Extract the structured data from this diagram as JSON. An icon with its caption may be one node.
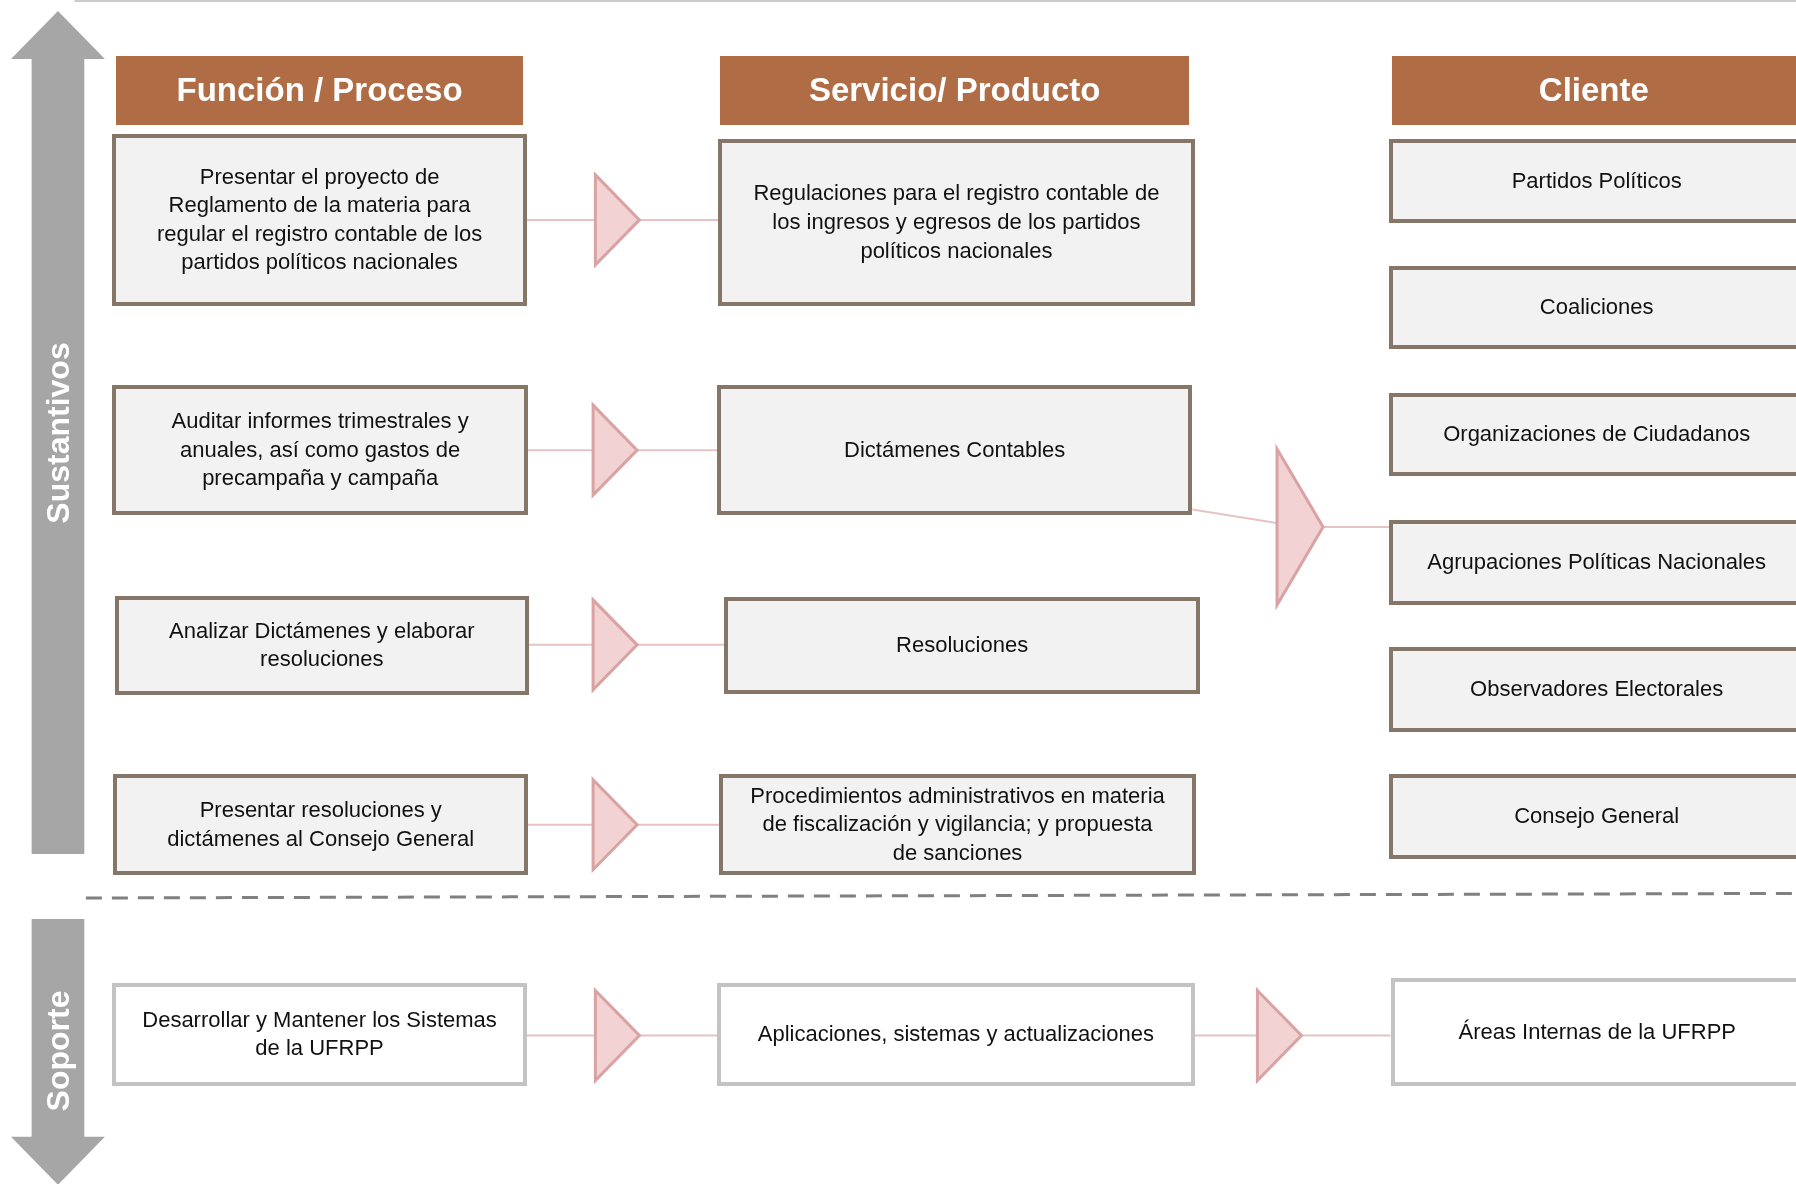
{
  "diagram": {
    "nodes": [
      {
        "text": [
          "Sustantivos"
        ]
      },
      {
        "text": [
          "Función / Proceso"
        ]
      },
      {
        "text": [
          "Servicio/ Producto"
        ]
      },
      {
        "text": [
          "Cliente"
        ]
      },
      {
        "text": [
          "Presentar el proyecto de Reglamento de la materia para regular el registro contable de los partidos políticos nacionales"
        ]
      },
      {
        "text": [
          "Regulaciones para el registro contable de los ingresos y egresos de los partidos políticos nacionales"
        ]
      },
      {
        "text": [
          "Auditar informes trimestrales y anuales, así como gastos de precampaña y campaña"
        ]
      },
      {
        "text": [
          "Dictámenes Contables"
        ]
      },
      {
        "text": [
          "Analizar Dictámenes y elaborar resoluciones"
        ]
      },
      {
        "text": [
          "Resoluciones"
        ]
      },
      {
        "text": [
          "Presentar resoluciones y dictámenes al Consejo General"
        ]
      },
      {
        "text": [
          "Procedimientos administrativos en materia de fiscalización y vigilancia; y propuesta de sanciones"
        ]
      },
      {
        "text": [
          "Partidos Políticos"
        ]
      },
      {
        "text": [
          "Coaliciones"
        ]
      },
      {
        "text": [
          "Organizaciones de Ciudadanos"
        ]
      },
      {
        "text": [
          "Agrupaciones Políticas Nacionales"
        ]
      },
      {
        "text": [
          "Observadores Electorales"
        ]
      },
      {
        "text": [
          "Consejo General"
        ]
      },
      {
        "text": [
          "Soporte"
        ]
      },
      {
        "text": [
          "Desarrollar y Mantener los Sistemas de la UFRPP"
        ]
      },
      {
        "text": [
          "Aplicaciones, sistemas y actualizaciones"
        ]
      },
      {
        "text": [
          "Áreas Internas de la UFRPP"
        ]
      }
    ],
    "edges": [
      {
        "from": 4,
        "to": 5,
        "arrow": "to"
      },
      {
        "from": 6,
        "to": 7,
        "arrow": "to"
      },
      {
        "from": 8,
        "to": 9,
        "arrow": "to"
      },
      {
        "from": 10,
        "to": 11,
        "arrow": "to"
      },
      {
        "from": 7,
        "to": 15,
        "arrow": "to"
      },
      {
        "from": 19,
        "to": 20,
        "arrow": "to"
      },
      {
        "from": 20,
        "to": 21,
        "arrow": "to"
      }
    ]
  }
}
